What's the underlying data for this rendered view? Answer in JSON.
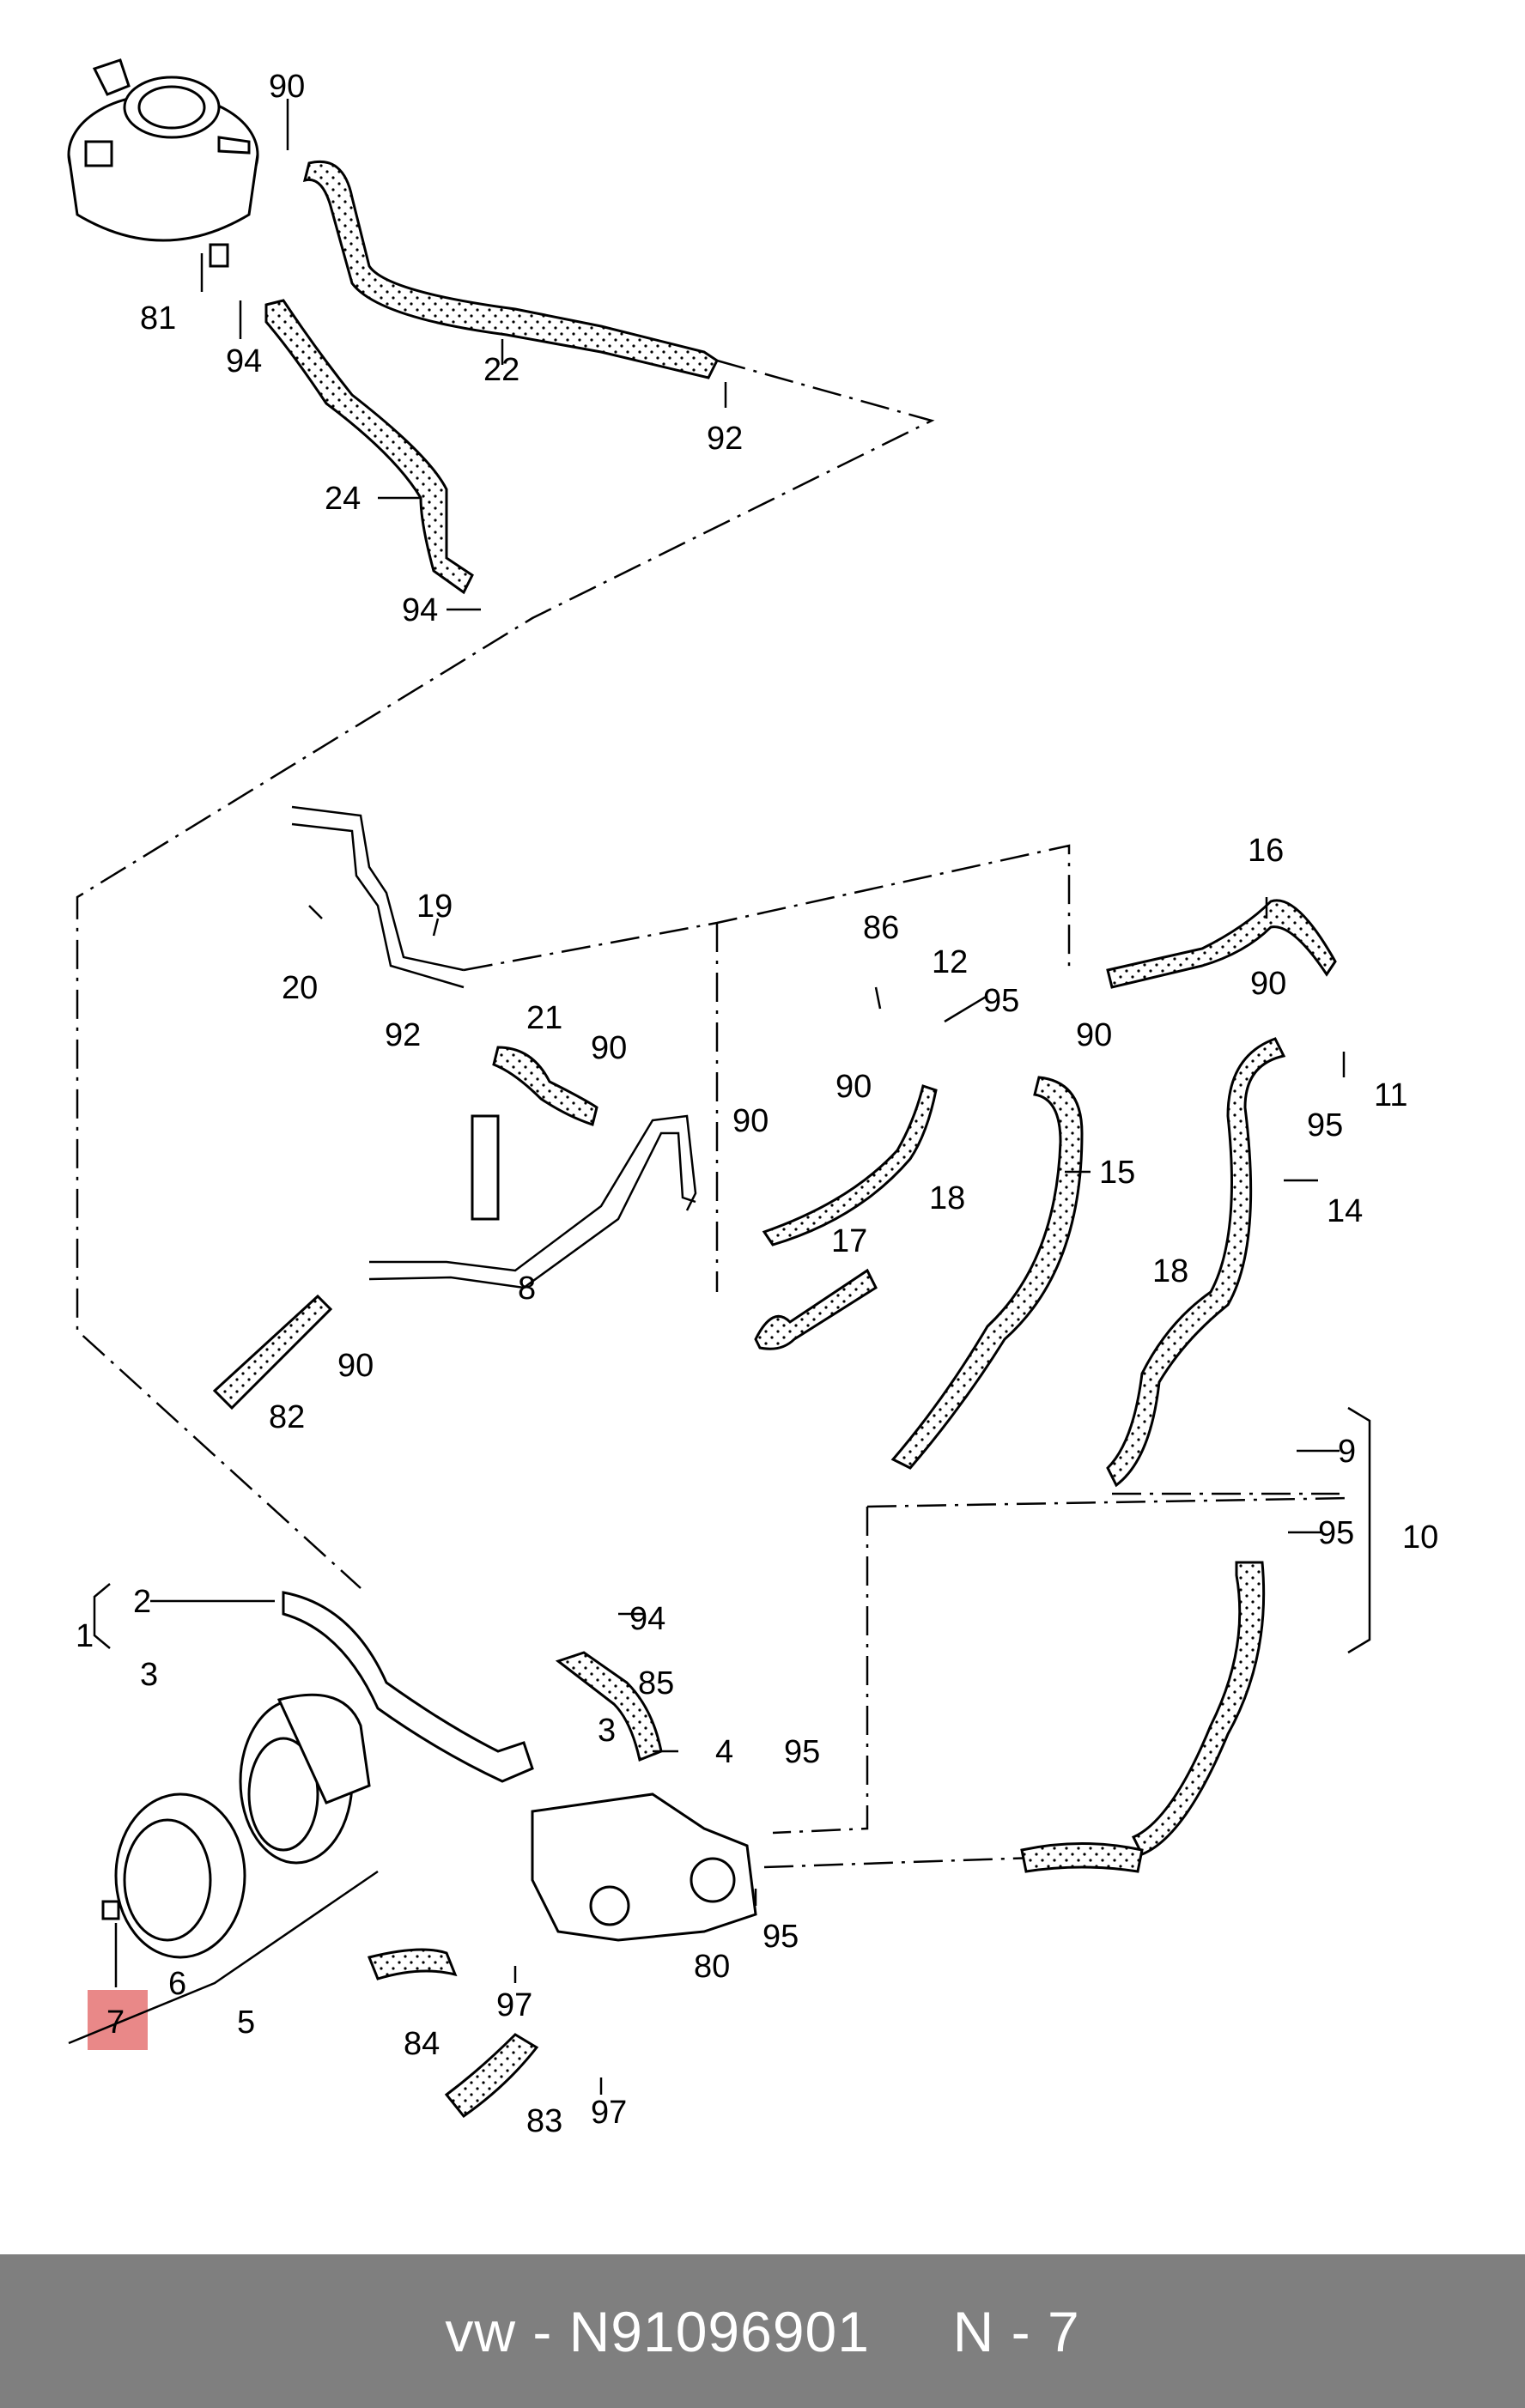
{
  "diagram": {
    "callouts": {
      "p1": "1",
      "p2": "2",
      "p3a": "3",
      "p3b": "3",
      "p4": "4",
      "p5": "5",
      "p6": "6",
      "p7": "7",
      "p8": "8",
      "p9": "9",
      "p10": "10",
      "p11": "11",
      "p12": "12",
      "p14": "14",
      "p15": "15",
      "p16": "16",
      "p17": "17",
      "p18a": "18",
      "p18b": "18",
      "p19": "19",
      "p20": "20",
      "p21": "21",
      "p22": "22",
      "p24": "24",
      "p80": "80",
      "p81": "81",
      "p82": "82",
      "p83": "83",
      "p84": "84",
      "p85": "85",
      "p86": "86",
      "p90a": "90",
      "p90b": "90",
      "p90c": "90",
      "p90d": "90",
      "p90e": "90",
      "p90f": "90",
      "p90g": "90",
      "p92a": "92",
      "p92b": "92",
      "p94a": "94",
      "p94b": "94",
      "p94c": "94",
      "p95a": "95",
      "p95b": "95",
      "p95c": "95",
      "p95d": "95",
      "p95e": "95",
      "p97a": "97",
      "p97b": "97"
    },
    "highlight_color": "#e57373"
  },
  "footer": {
    "text": "vw - N91096901     N - 7",
    "background": "#7f7f7f"
  }
}
